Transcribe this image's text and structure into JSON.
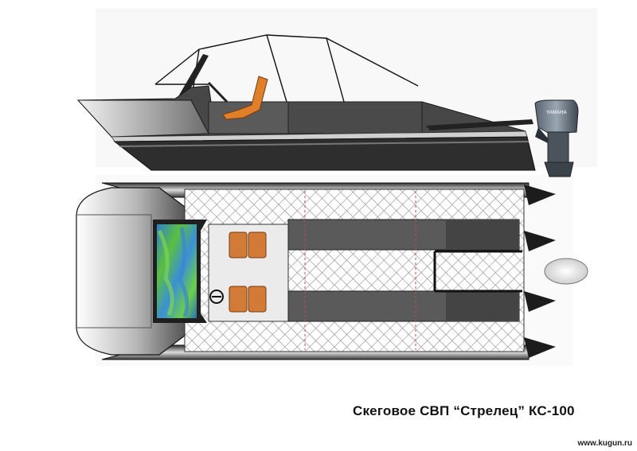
{
  "title": "Скеговое СВП “Стрелец” КС-100",
  "website": "www.kugun.ru",
  "engine_brand": "YAMAHA",
  "colors": {
    "hull_dark": "#3d3d3d",
    "hull_mid": "#6b6b6b",
    "deck_light": "#e6e6e6",
    "seat_orange": "#e07f2a",
    "net_line": "#9a9a9a",
    "windshield_green": "#4fae3f",
    "windshield_blue": "#3e7fc4"
  },
  "icons": [
    "side-view-hull",
    "outboard-motor-icon",
    "top-view-hull",
    "seat-icon",
    "steering-wheel-icon",
    "windshield-icon",
    "skeg-icon",
    "propeller-disc-icon"
  ]
}
